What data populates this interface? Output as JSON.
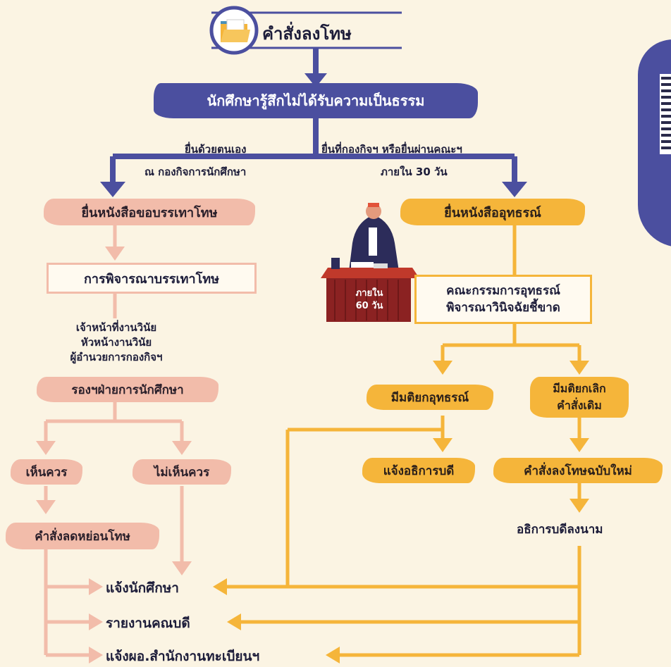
{
  "title": "คำสั่งลงโทษ",
  "top_node": "นักศึกษารู้สึกไม่ได้รับความเป็นธรรม",
  "branch_left": {
    "line1": "ยื่นด้วยตนเอง",
    "line2": "ณ กองกิจการนักศึกษา"
  },
  "branch_right": {
    "line1": "ยื่นที่กองกิจฯ หรือยื่นผ่านคณะฯ",
    "line2": "ภายใน 30 วัน"
  },
  "left": {
    "petition": "ยื่นหนังสือขอบรรเทาโทษ",
    "consider": "การพิจารณาบรรเทาโทษ",
    "officers": [
      "เจ้าหน้าที่งานวินัย",
      "หัวหน้างานวินัย",
      "ผู้อำนวยการกองกิจฯ"
    ],
    "vice": "รองฯฝ่ายการนักศึกษา",
    "agree": "เห็นควร",
    "disagree": "ไม่เห็นควร",
    "reduce": "คำสั่งลดหย่อนโทษ"
  },
  "right": {
    "appeal": "ยื่นหนังสืออุทธรณ์",
    "desk_label": [
      "ภายใน",
      "60 วัน"
    ],
    "committee": [
      "คณะกรรมการอุทธรณ์",
      "พิจารณาวินิจฉัยชี้ขาด"
    ],
    "uphold": "มีมติยกอุทธรณ์",
    "revoke": [
      "มีมติยกเลิก",
      "คำสั่งเดิม"
    ],
    "notify_president": "แจ้งอธิการบดี",
    "new_order": "คำสั่งลงโทษฉบับใหม่",
    "president_sign": "อธิการบดีลงนาม"
  },
  "outcomes": [
    "แจ้งนักศึกษา",
    "รายงานคณบดี",
    "แจ้งผอ.สำนักงานทะเบียนฯ"
  ],
  "colors": {
    "navy": "#4b4f9f",
    "pink": "#f2bcaa",
    "orange": "#f5b53a",
    "background": "#fbf4e3"
  }
}
